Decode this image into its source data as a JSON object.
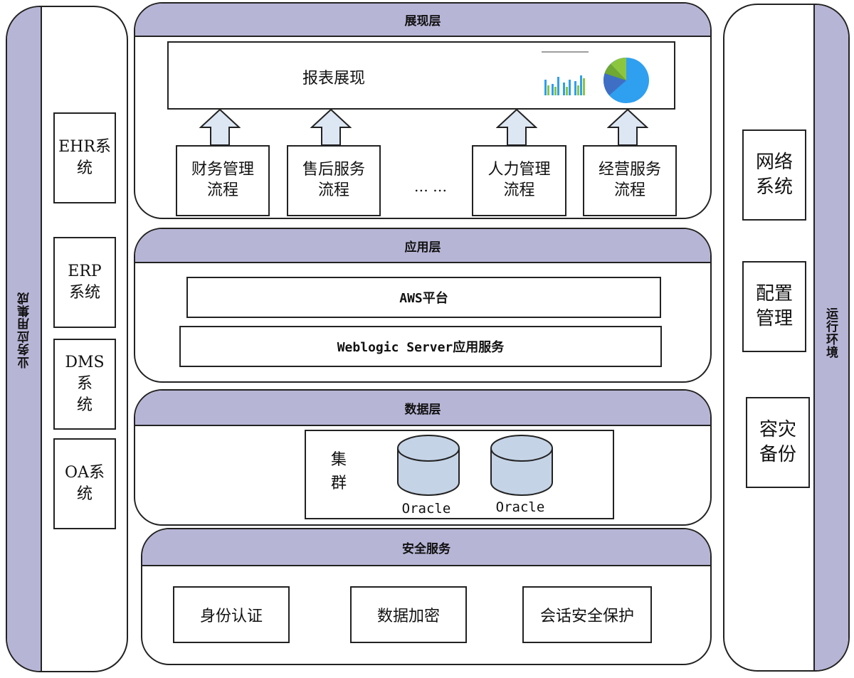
{
  "left_panel": {
    "title": "业务应用集成",
    "systems": [
      "EHR系\n统",
      "ERP\n系统",
      "DMS系\n统",
      "OA系\n统"
    ]
  },
  "right_panel": {
    "title": "运行环境",
    "items": [
      "网络\n系统",
      "配置\n管理",
      "容灾\n备份"
    ]
  },
  "presentation_layer": {
    "title": "展现层",
    "report_label": "报表展现",
    "processes": [
      "财务管理\n流程",
      "售后服务\n流程",
      "人力管理\n流程",
      "经营服务\n流程"
    ],
    "ellipsis": "…  …"
  },
  "application_layer": {
    "title": "应用层",
    "platform": "AWS平台",
    "server": "Weblogic Server应用服务"
  },
  "data_layer": {
    "title": "数据层",
    "cluster_label": "集\n群",
    "databases": [
      "Oracle",
      "Oracle"
    ]
  },
  "security_layer": {
    "title": "安全服务",
    "items": [
      "身份认证",
      "数据加密",
      "会话安全保护"
    ]
  },
  "colors": {
    "header_fill": "#b7b5d6",
    "arrow_fill": "#dde6f3",
    "db_fill": "#c5d3e6",
    "pie_blue": "#2f9ff0",
    "pie_dark": "#3f6fc4",
    "pie_green": "#8cc63f"
  }
}
